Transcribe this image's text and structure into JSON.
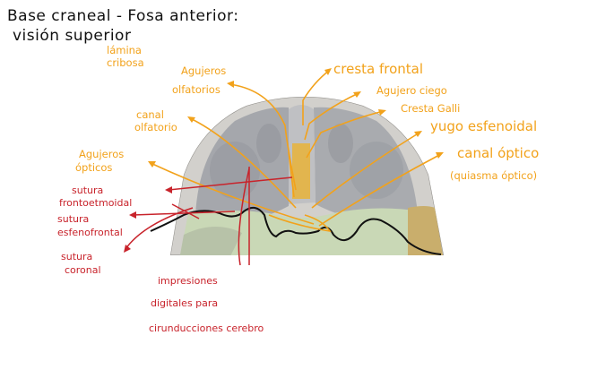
{
  "title": {
    "line1": "Base craneal - Fosa anterior:",
    "line2": "visión superior"
  },
  "labels_orange": {
    "lamina_line1": "lámina",
    "lamina_line2": "cribosa",
    "agujeros_olf_line1": "Agujeros",
    "agujeros_olf_line2": "olfatorios",
    "canal_olf_line1": "canal",
    "canal_olf_line2": "olfatorio",
    "agujeros_opt_line1": "Agujeros",
    "agujeros_opt_line2": "ópticos",
    "cresta_frontal": "cresta frontal",
    "agujero_ciego": "Agujero ciego",
    "cresta_galli": "Cresta Galli",
    "yugo_esfenoidal": "yugo esfenoidal",
    "canal_optico": "canal óptico",
    "quiasma_optico": "(quiasma óptico)"
  },
  "labels_red": {
    "sutura_fe_line1": "sutura",
    "sutura_fe_line2": "frontoetmoidal",
    "sutura_ef_line1": "sutura",
    "sutura_ef_line2": "esfenofrontal",
    "sutura_cor_line1": "sutura",
    "sutura_cor_line2": "coronal",
    "impresiones_line1": "impresiones",
    "impresiones_line2": "digitales para",
    "impresiones_line3": "cirunducciones cerebro"
  },
  "colors": {
    "annotation_orange": "#f2a21b",
    "annotation_red": "#c8232b",
    "ink_black": "#111111",
    "bone_gray": "#a7a9ad",
    "sphenoid_green": "#c9d9b4",
    "temporal_tan": "#c9ae6c"
  }
}
